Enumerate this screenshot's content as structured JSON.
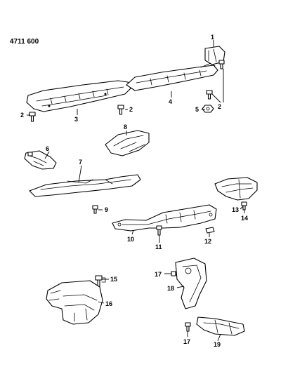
{
  "document_number": "4711 600",
  "callouts": {
    "c1": "1",
    "c2a": "2",
    "c2b": "2",
    "c2c": "2",
    "c3": "3",
    "c4": "4",
    "c5": "5",
    "c6": "6",
    "c7": "7",
    "c8": "8",
    "c9": "9",
    "c10": "10",
    "c11": "11",
    "c12": "12",
    "c13": "13",
    "c14": "14",
    "c15": "15",
    "c16": "16",
    "c17a": "17",
    "c17b": "17",
    "c18": "18",
    "c19": "19"
  }
}
